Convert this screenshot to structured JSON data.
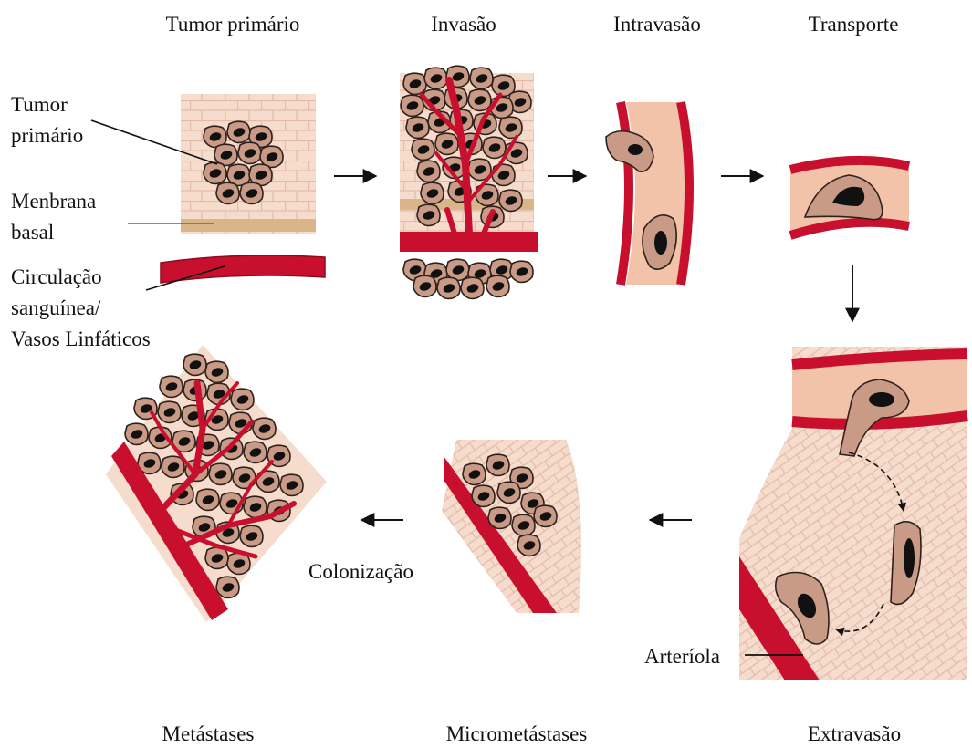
{
  "stages": {
    "primary_tumor": "Tumor primário",
    "invasion": "Invasão",
    "intravasation": "Intravasão",
    "transport": "Transporte",
    "extravasation": "Extravasão",
    "micrometastases": "Micrometástases",
    "metastases": "Metástases"
  },
  "callouts": {
    "tumor_line1": "Tumor",
    "tumor_line2": "primário",
    "membrane_line1": "Menbrana",
    "membrane_line2": "basal",
    "circulation_line1": "Circulação",
    "circulation_line2": "sanguínea/",
    "circulation_line3": "Vasos Linfáticos",
    "arteriole": "Arteríola",
    "colonization": "Colonização"
  },
  "colors": {
    "tissue": "#f5dccd",
    "tissue_line": "#e6bfae",
    "cell": "#c99a86",
    "cell_outline": "#3a2a24",
    "nucleus": "#111111",
    "vessel": "#c8102e",
    "vessel_dark": "#8e0a1e",
    "membrane": "#d9b58a"
  }
}
